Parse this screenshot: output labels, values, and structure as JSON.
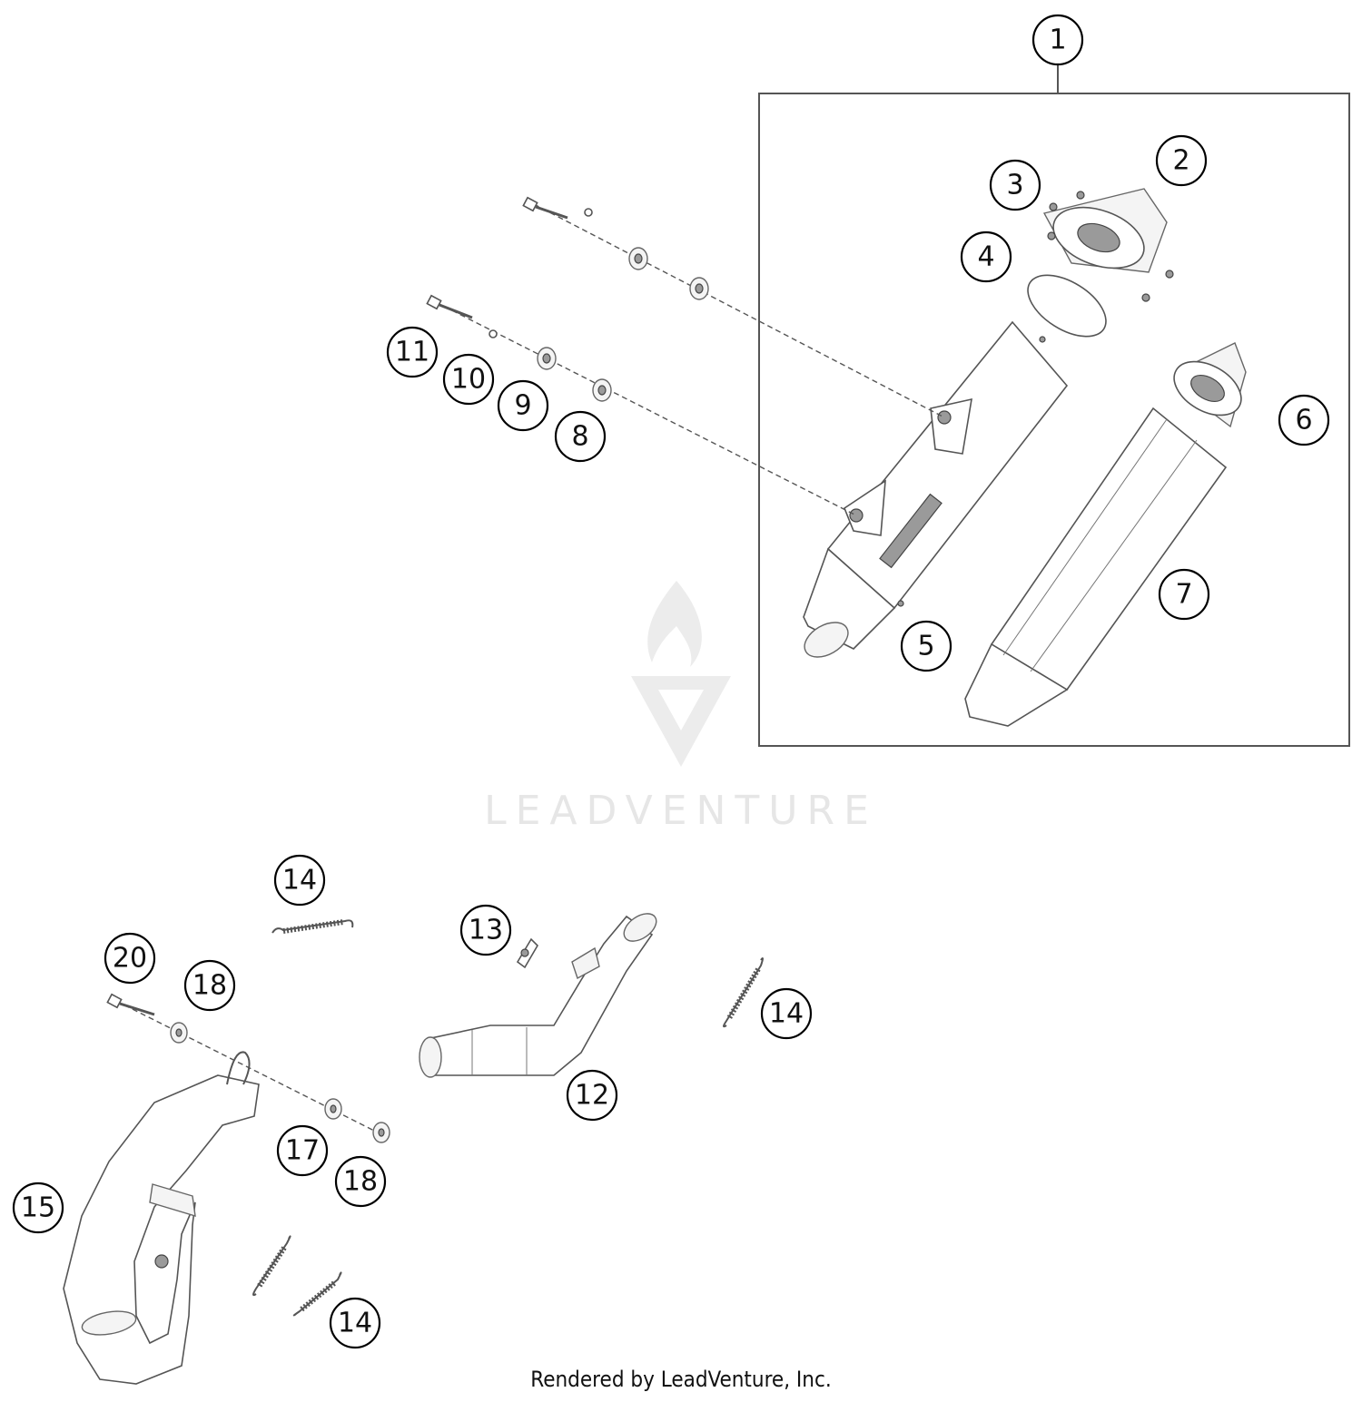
{
  "watermark": {
    "brand": "LEADVENTURE"
  },
  "footer": {
    "credit": "Rendered by LeadVenture, Inc."
  },
  "callouts": [
    {
      "label": "1"
    },
    {
      "label": "2"
    },
    {
      "label": "3"
    },
    {
      "label": "4"
    },
    {
      "label": "5"
    },
    {
      "label": "6"
    },
    {
      "label": "7"
    },
    {
      "label": "8"
    },
    {
      "label": "9"
    },
    {
      "label": "10"
    },
    {
      "label": "11"
    },
    {
      "label": "12"
    },
    {
      "label": "13"
    },
    {
      "label": "14"
    },
    {
      "label": "14"
    },
    {
      "label": "14"
    },
    {
      "label": "15"
    },
    {
      "label": "17"
    },
    {
      "label": "18"
    },
    {
      "label": "18"
    },
    {
      "label": "20"
    }
  ]
}
